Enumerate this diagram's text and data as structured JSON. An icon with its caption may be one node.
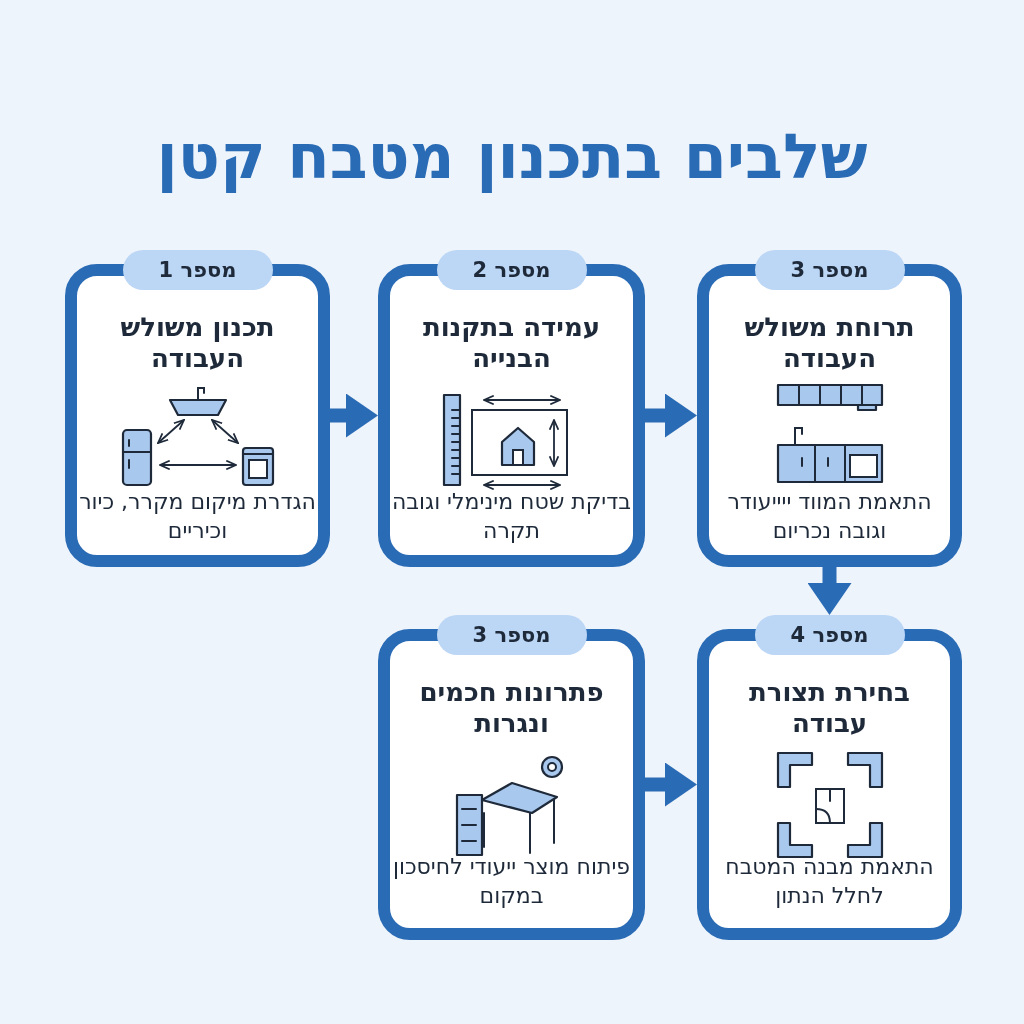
{
  "diagram": {
    "title": "שלבים בתכנון מטבח קטן",
    "nodes": [
      {
        "text": [
          "מספר 1",
          "תכנון משולש העבודה",
          "הגדרת מיקום מקרר, כיור וכיריים"
        ]
      },
      {
        "text": [
          "מספר 2",
          "עמידה בתקנות הבנייה",
          "בדיקת שטח מינימלי וגובה תקרה"
        ]
      },
      {
        "text": [
          "מספר 3",
          "תרוחת משולש העבודה",
          "התאמת המווד ייייעודר וגובה נכריום"
        ]
      },
      {
        "text": [
          "מספר 4",
          "בחירת תצורת עבודה",
          "התאמת מבנה המטבח לחלל הנתון"
        ]
      },
      {
        "text": [
          "מספר 3",
          "פתרונות חכמים ונגרות",
          "פיתוח מוצר ייעודי לחיסכון במקום"
        ]
      }
    ],
    "edges": [
      {
        "from": 0,
        "to": 1,
        "arrow": "to"
      },
      {
        "from": 1,
        "to": 2,
        "arrow": "to"
      },
      {
        "from": 2,
        "to": 3,
        "arrow": "to"
      },
      {
        "from": 4,
        "to": 3,
        "arrow": "to"
      }
    ]
  }
}
